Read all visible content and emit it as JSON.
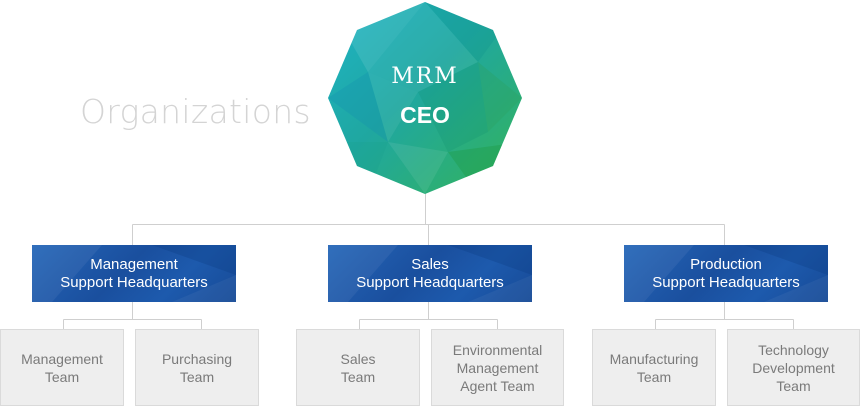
{
  "page_title": "Organizations",
  "ceo": {
    "brand": "MRM",
    "role": "CEO"
  },
  "divisions": [
    {
      "lines": [
        "Management",
        "Support Headquarters"
      ],
      "teams": [
        {
          "lines": [
            "Management",
            "Team"
          ]
        },
        {
          "lines": [
            "Purchasing",
            "Team"
          ]
        }
      ]
    },
    {
      "lines": [
        "Sales",
        "Support Headquarters"
      ],
      "teams": [
        {
          "lines": [
            "Sales",
            "Team"
          ]
        },
        {
          "lines": [
            "Environmental",
            "Management",
            "Agent Team"
          ]
        }
      ]
    },
    {
      "lines": [
        "Production",
        "Support Headquarters"
      ],
      "teams": [
        {
          "lines": [
            "Manufacturing",
            "Team"
          ]
        },
        {
          "lines": [
            "Technology",
            "Development",
            "Team"
          ]
        }
      ]
    }
  ],
  "colors": {
    "hq": "#1d56a6",
    "ceo_teal": "#1aa9b8",
    "ceo_green": "#2fb36a",
    "team_bg": "#eeeeee",
    "title": "#d4d4d4"
  }
}
